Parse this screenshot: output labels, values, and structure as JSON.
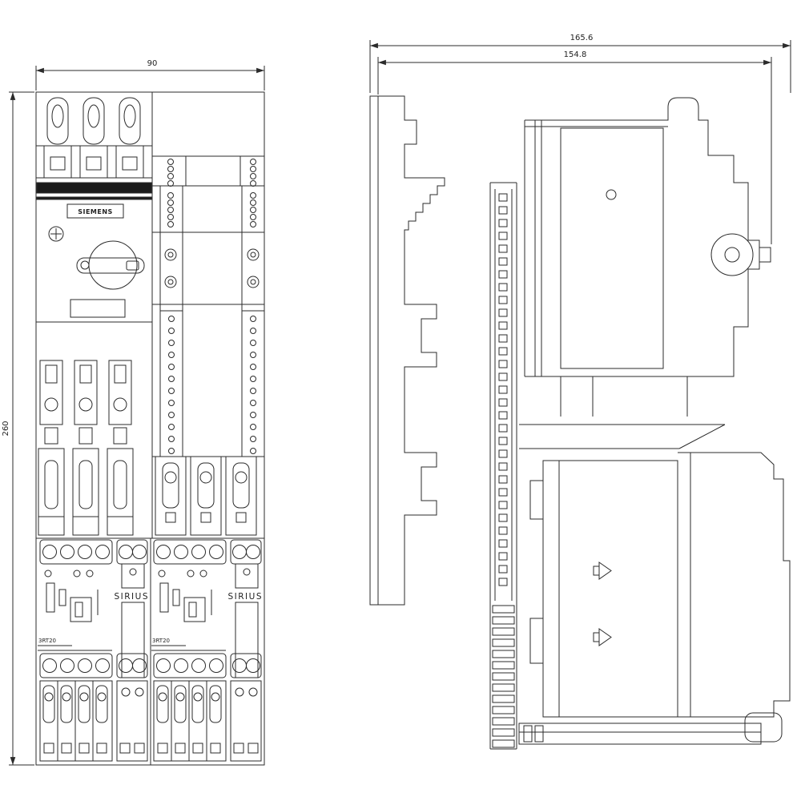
{
  "drawing": {
    "dimensions": {
      "front_width": "90",
      "front_height": "260",
      "side_overall": "165.6",
      "side_depth": "154.8"
    },
    "labels": {
      "brand": "SIEMENS",
      "series": "SIRIUS",
      "model": "3RT20"
    },
    "colors": {
      "line": "#2b2b2b",
      "background": "#ffffff",
      "band": "#1a1a1a"
    }
  }
}
